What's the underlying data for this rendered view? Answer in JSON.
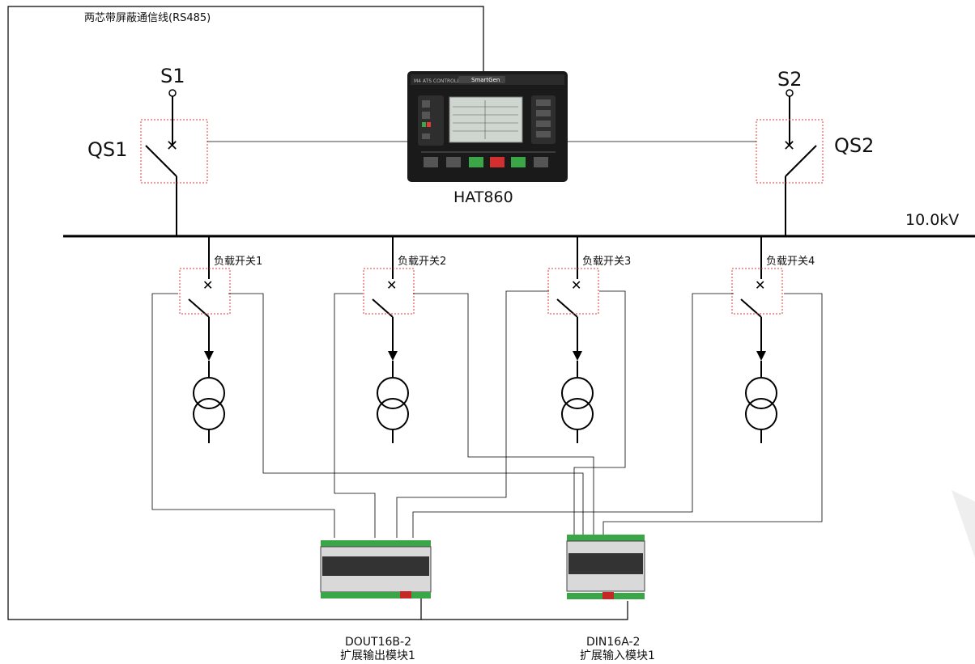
{
  "title": "两芯带屏蔽通信线(RS485)",
  "sources": [
    {
      "source": "S1",
      "breaker": "QS1"
    },
    {
      "source": "S2",
      "breaker": "QS2"
    }
  ],
  "controller": {
    "name": "HAT860",
    "brand": "SmartGen",
    "subtitle": "M4 ATS CONTROLLER"
  },
  "busbar_voltage": "10.0kV",
  "loads": [
    {
      "label": "负载开关1"
    },
    {
      "label": "负载开关2"
    },
    {
      "label": "负载开关3"
    },
    {
      "label": "负载开关4"
    }
  ],
  "modules": [
    {
      "model": "DOUT16B-2",
      "desc": "扩展输出模块1"
    },
    {
      "model": "DIN16A-2",
      "desc": "扩展输入模块1"
    }
  ],
  "colors": {
    "line": "#000000",
    "dashed_box": "#e53935",
    "controller_body": "#1a1a1a",
    "terminal_green": "#3aa648"
  }
}
